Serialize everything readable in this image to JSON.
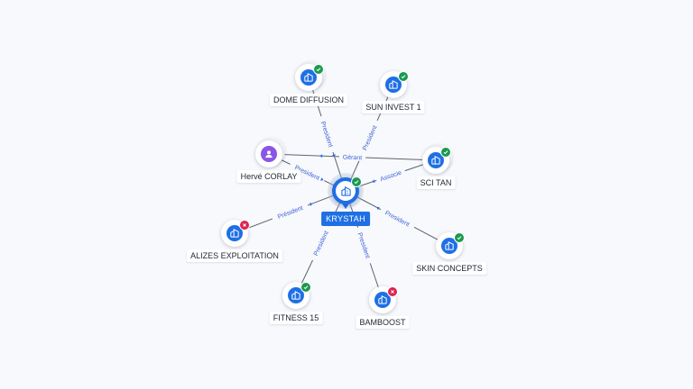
{
  "colors": {
    "company": "#1f6fe5",
    "person": "#8a55e8",
    "active": "#1a9a4f",
    "closed": "#de2251",
    "edge_label": "#3a63d8"
  },
  "center": {
    "label": "KRYSTAH",
    "icon": "building-icon",
    "status": "active"
  },
  "nodes": [
    {
      "id": "dome",
      "label": "DOME DIFFUSION",
      "type": "company",
      "icon": "building-icon",
      "status": "active"
    },
    {
      "id": "sun",
      "label": "SUN INVEST 1",
      "type": "company",
      "icon": "building-icon",
      "status": "active"
    },
    {
      "id": "herve",
      "label": "Hervé CORLAY",
      "type": "person",
      "icon": "person-icon",
      "status": ""
    },
    {
      "id": "scitan",
      "label": "SCI TAN",
      "type": "company",
      "icon": "building-icon",
      "status": "active"
    },
    {
      "id": "alizes",
      "label": "ALIZES EXPLOITATION",
      "type": "company",
      "icon": "building-icon",
      "status": "closed"
    },
    {
      "id": "skin",
      "label": "SKIN CONCEPTS",
      "type": "company",
      "icon": "building-icon",
      "status": "active"
    },
    {
      "id": "fitness",
      "label": "FITNESS 15",
      "type": "company",
      "icon": "building-icon",
      "status": "active"
    },
    {
      "id": "bamboost",
      "label": "BAMBOOST",
      "type": "company",
      "icon": "building-icon",
      "status": "closed"
    }
  ],
  "edges": [
    {
      "to": "dome",
      "label": "President"
    },
    {
      "to": "sun",
      "label": "President"
    },
    {
      "to": "herve",
      "label": "President"
    },
    {
      "to": "scitan",
      "label": "Associe"
    },
    {
      "to": "alizes",
      "label": "Président"
    },
    {
      "to": "skin",
      "label": "President"
    },
    {
      "to": "fitness",
      "label": "President"
    },
    {
      "to": "bamboost",
      "label": "President"
    },
    {
      "from": "herve",
      "to": "scitan",
      "label": "Gérant"
    }
  ]
}
